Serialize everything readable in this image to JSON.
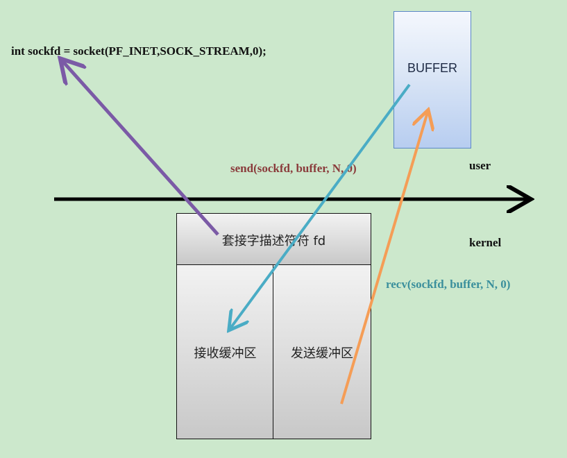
{
  "code": "int sockfd = socket(PF_INET,SOCK_STREAM,0);",
  "buffer_label": "BUFFER",
  "send_call": "send(sockfd, buffer, N, 0)",
  "recv_call": "recv(sockfd, buffer, N, 0)",
  "user_label": "user",
  "kernel_label": "kernel",
  "socket_fd_label": "套接字描述符符 fd",
  "recv_buffer_label": "接收缓冲区",
  "send_buffer_label": "发送缓冲区",
  "colors": {
    "background": "#cce8cc",
    "purple_arrow": "#7b5aa6",
    "teal_arrow": "#4aacc5",
    "orange_arrow": "#f59d56",
    "send_text": "#8a3b3b",
    "recv_text": "#3a8f9c",
    "buffer_fill": "#c6d9f1",
    "buffer_border": "#5b87c5"
  }
}
